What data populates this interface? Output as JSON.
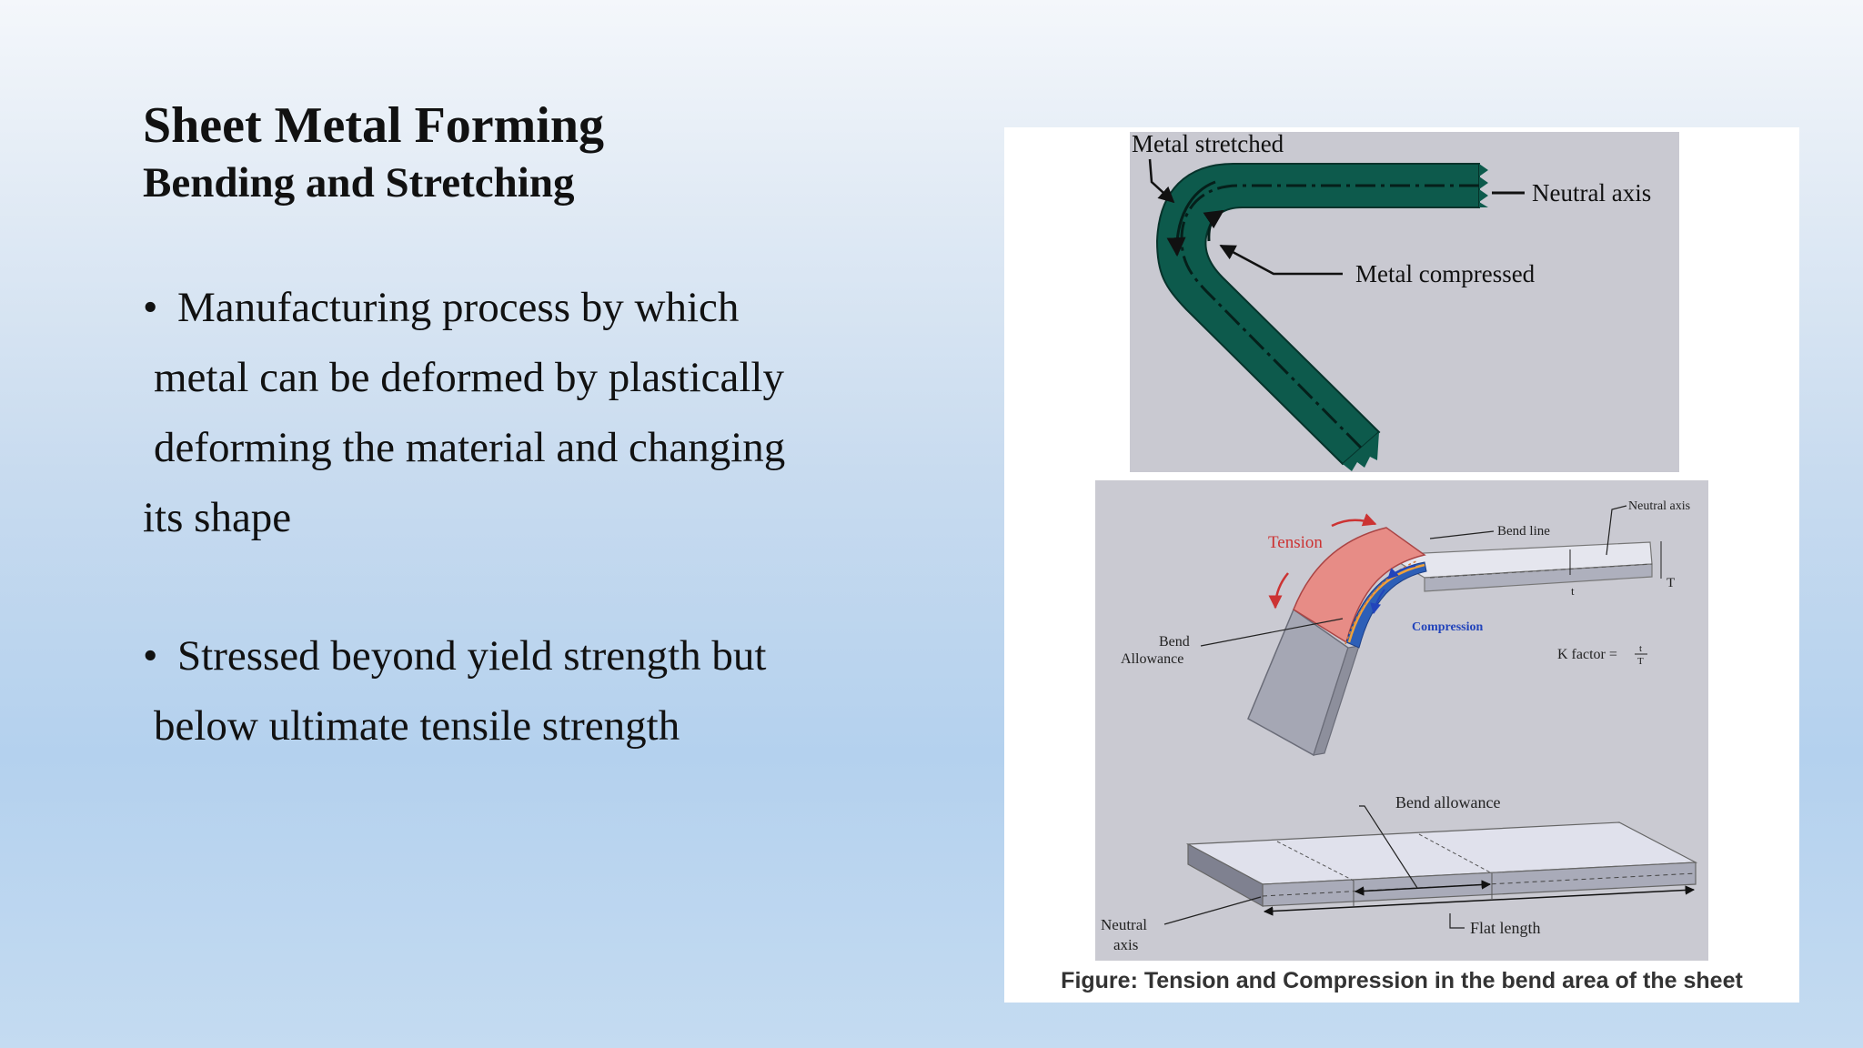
{
  "slide": {
    "title": "Sheet Metal Forming",
    "subtitle": "Bending and Stretching",
    "bullets": [
      {
        "bullet_char": "•",
        "lines": [
          "Manufacturing process by which",
          "metal can be deformed by plastically",
          "deforming the material and changing",
          "its shape"
        ]
      },
      {
        "bullet_char": "•",
        "lines": [
          "Stressed beyond yield strength but",
          "below ultimate tensile strength"
        ]
      }
    ]
  },
  "figure": {
    "caption": "Figure: Tension and Compression in the bend area of the sheet",
    "top_diagram": {
      "labels": {
        "metal_stretched": "Metal stretched",
        "neutral_axis": "Neutral axis",
        "metal_compressed": "Metal compressed"
      },
      "colors": {
        "background": "#c9c9d1",
        "metal": "#0d5a4c"
      }
    },
    "bottom_diagram": {
      "labels": {
        "neutral_axis_top": "Neutral axis",
        "bend_line": "Bend line",
        "tension": "Tension",
        "compression": "Compression",
        "bend_allowance_upper": [
          "Bend",
          "Allowance"
        ],
        "k_factor": "K factor =",
        "k_num": "t",
        "k_den": "T",
        "t_small": "t",
        "t_big": "T",
        "bend_allowance": "Bend allowance",
        "neutral_axis_bottom": [
          "Neutral",
          "axis"
        ],
        "flat_length": "Flat length"
      },
      "colors": {
        "background": "#cacad2",
        "tension": "#cc3333",
        "compression": "#2244bb",
        "sheet": "#b9bbca"
      }
    }
  }
}
